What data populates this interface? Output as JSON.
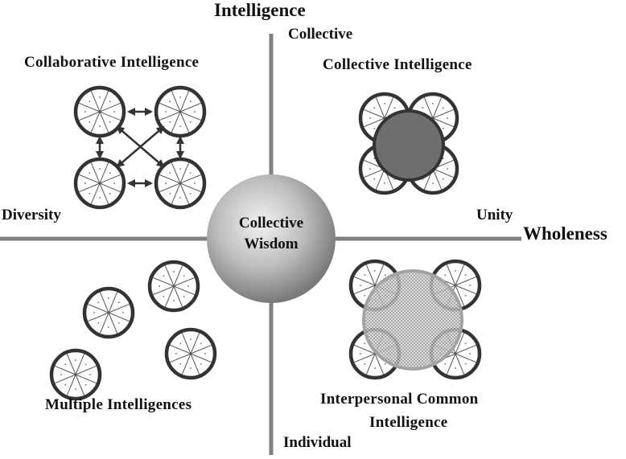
{
  "axes": {
    "top": "Intelligence",
    "top_end": "Collective",
    "bottom_end": "Individual",
    "left_end": "Diversity",
    "right_end": "Unity",
    "right": "Wholeness"
  },
  "center": {
    "line1": "Collective",
    "line2": "Wisdom"
  },
  "quadrants": {
    "top_left": "Collaborative Intelligence",
    "top_right": "Collective Intelligence",
    "bottom_left": "Multiple Intelligences",
    "bottom_right_line1": "Interpersonal Common",
    "bottom_right_line2": "Intelligence"
  }
}
